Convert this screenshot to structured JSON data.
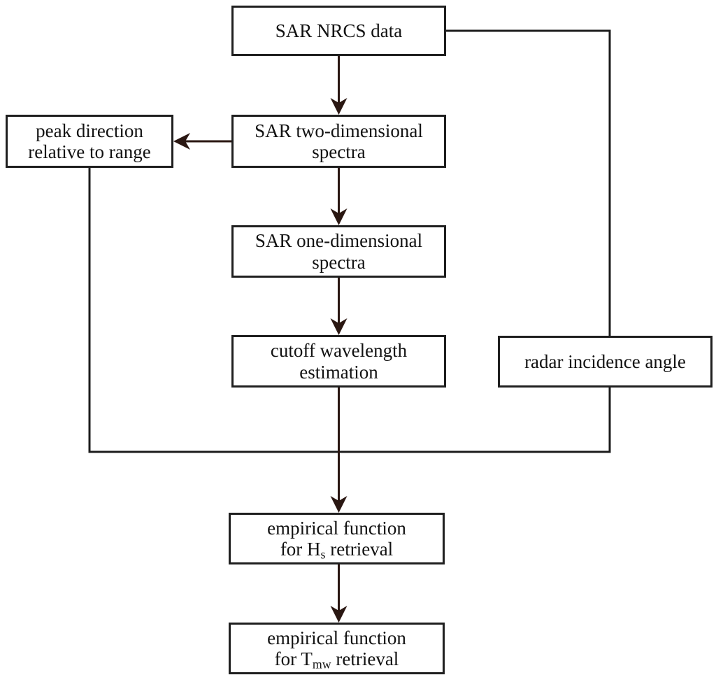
{
  "nodes": {
    "sar_nrcs": {
      "line1": "SAR NRCS data"
    },
    "peak_direction": {
      "line1": "peak direction",
      "line2": "relative to range"
    },
    "sar_2d": {
      "line1": "SAR two-dimensional",
      "line2": "spectra"
    },
    "sar_1d": {
      "line1": "SAR one-dimensional",
      "line2": "spectra"
    },
    "cutoff": {
      "line1": "cutoff wavelength",
      "line2": "estimation"
    },
    "radar_incidence": {
      "line1": "radar incidence angle"
    },
    "empirical_hs": {
      "line1": "empirical function",
      "line2_pre": "for H",
      "line2_sub": "s",
      "line2_post": " retrieval"
    },
    "empirical_tmw": {
      "line1": "empirical function",
      "line2_pre": "for T",
      "line2_sub": "mw",
      "line2_post": " retrieval"
    }
  },
  "edges": [
    {
      "from": "sar_nrcs",
      "to": "sar_2d",
      "type": "arrow"
    },
    {
      "from": "sar_2d",
      "to": "peak_direction",
      "type": "arrow"
    },
    {
      "from": "sar_2d",
      "to": "sar_1d",
      "type": "arrow"
    },
    {
      "from": "sar_1d",
      "to": "cutoff",
      "type": "arrow"
    },
    {
      "from": "sar_nrcs",
      "to": "radar_incidence",
      "type": "line"
    },
    {
      "from": "cutoff",
      "to": "empirical_hs",
      "type": "arrow"
    },
    {
      "from": "peak_direction",
      "to": "empirical_hs",
      "type": "line"
    },
    {
      "from": "radar_incidence",
      "to": "empirical_hs",
      "type": "line"
    },
    {
      "from": "empirical_hs",
      "to": "empirical_tmw",
      "type": "arrow"
    }
  ],
  "colors": {
    "background": "#ffffff",
    "box_fill": "#ffffff",
    "box_border": "#1f1f1f",
    "text": "#121212",
    "connector": "#1c1c1c",
    "arrow": "#2a1712"
  }
}
